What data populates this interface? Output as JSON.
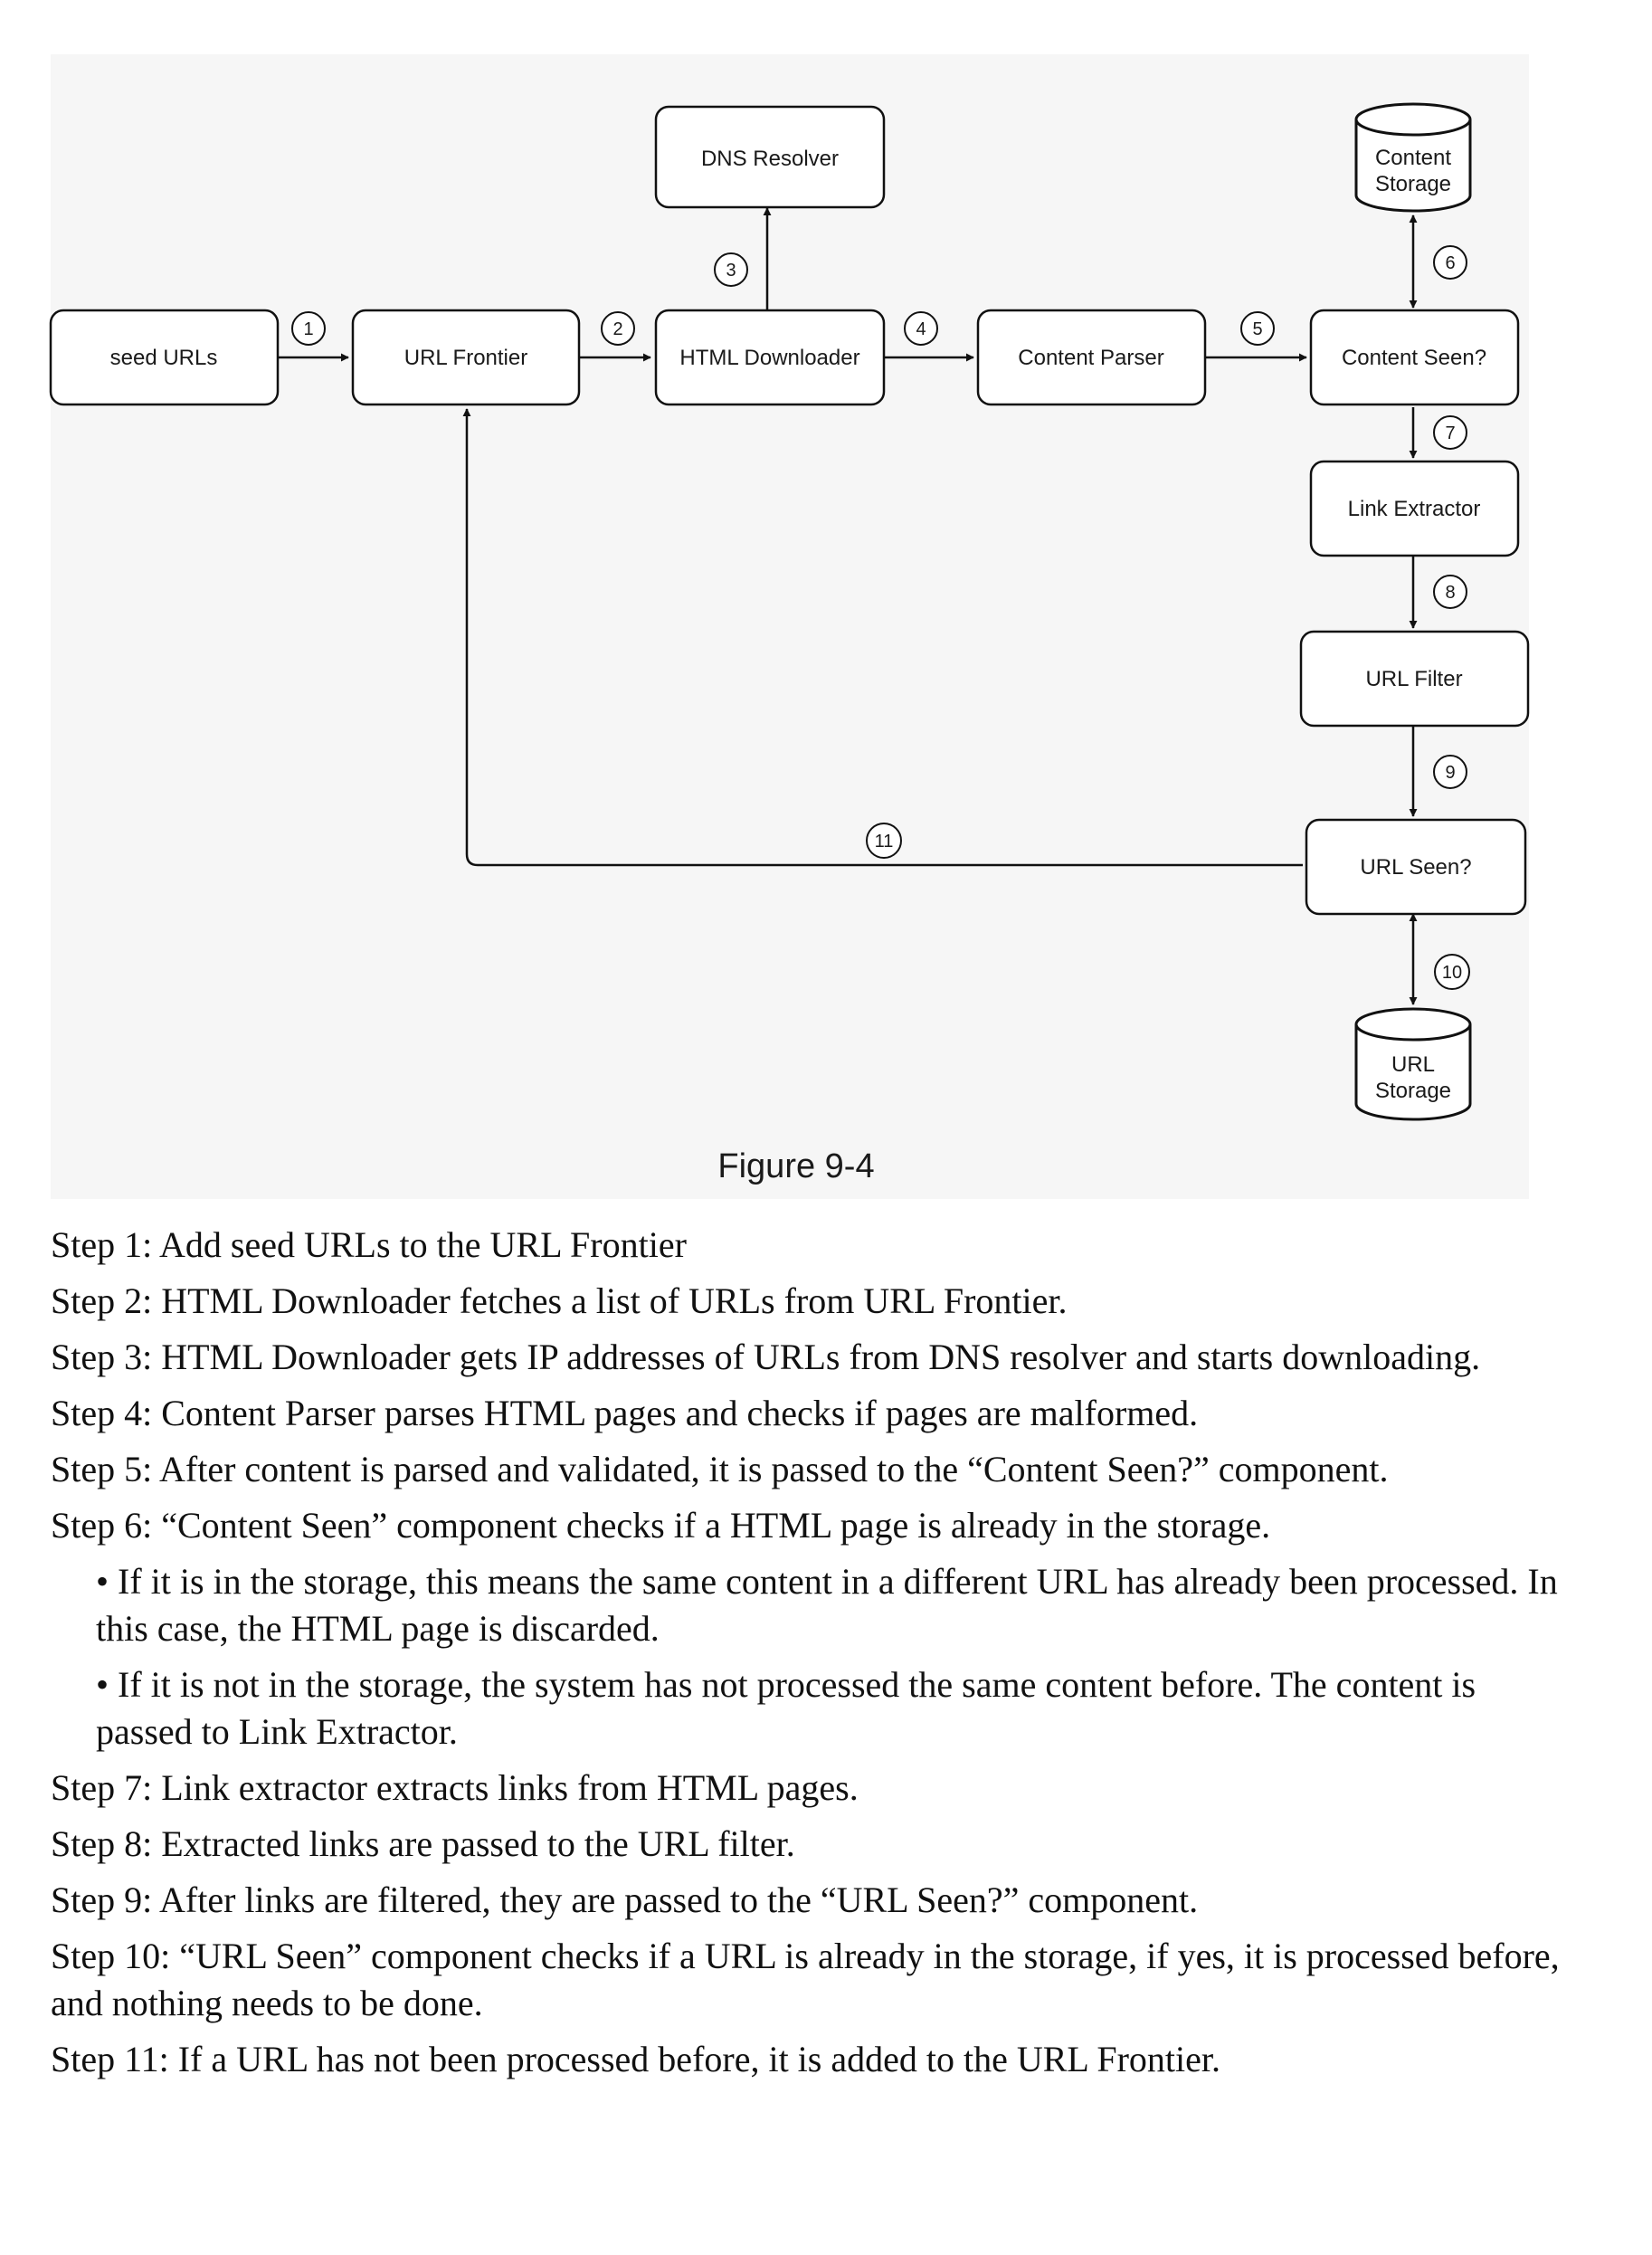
{
  "diagram": {
    "nodes": {
      "seed_urls": "seed URLs",
      "url_frontier": "URL Frontier",
      "html_downloader": "HTML Downloader",
      "dns_resolver": "DNS Resolver",
      "content_parser": "Content Parser",
      "content_seen": "Content Seen?",
      "content_storage_line1": "Content",
      "content_storage_line2": "Storage",
      "link_extractor": "Link Extractor",
      "url_filter": "URL Filter",
      "url_seen": "URL Seen?",
      "url_storage_line1": "URL",
      "url_storage_line2": "Storage"
    },
    "badges": [
      "1",
      "2",
      "3",
      "4",
      "5",
      "6",
      "7",
      "8",
      "9",
      "10",
      "11"
    ],
    "caption": "Figure 9-4"
  },
  "steps": [
    "Step 1: Add seed URLs to the URL Frontier",
    "Step 2: HTML Downloader fetches a list of URLs from URL Frontier.",
    "Step 3: HTML Downloader gets IP addresses of URLs from DNS resolver and starts downloading.",
    "Step 4: Content Parser parses HTML pages and checks if pages are malformed.",
    "Step 5: After content is parsed and validated, it is passed to the “Content Seen?” component.",
    "Step 6: “Content Seen” component checks if a HTML page is already in the storage."
  ],
  "step6_bullets": [
    "• If it is in the storage, this means the same content in a different URL has already been processed. In this case, the HTML page is discarded.",
    "• If it is not in the storage, the system has not processed the same content before. The content is passed to Link Extractor."
  ],
  "steps_after": [
    "Step 7: Link extractor extracts links from HTML pages.",
    "Step 8: Extracted links are passed to the URL filter.",
    "Step 9: After links are filtered, they are passed to the “URL Seen?” component.",
    "Step 10: “URL Seen” component checks if a URL is already in the storage, if yes, it is processed before, and nothing needs to be done.",
    "Step 11: If a URL has not been processed before, it is added to the URL Frontier."
  ]
}
